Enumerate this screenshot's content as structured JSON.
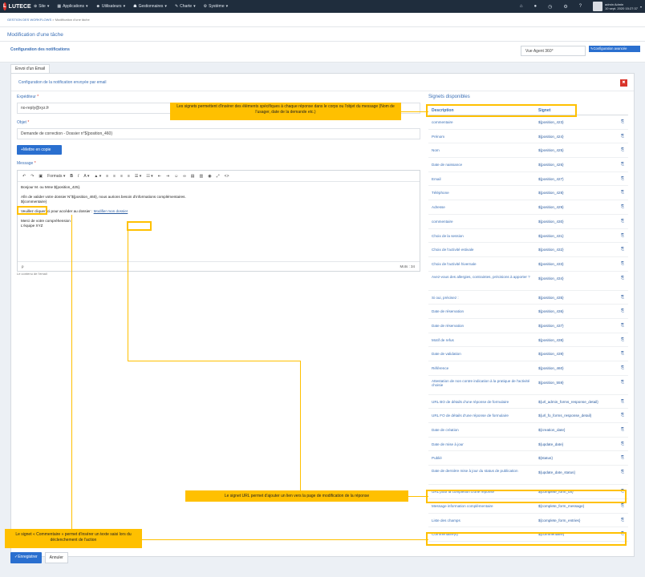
{
  "app": {
    "brand": "LUTECE",
    "menu": [
      "Site",
      "Applications",
      "Utilisateurs",
      "Gestionnaires",
      "Charte",
      "Système"
    ],
    "user_name": "admin Admin",
    "user_date": "10 sept. 2020 15:27:37"
  },
  "breadcrumb": {
    "part1": "GESTION DES WORKFLOWS",
    "sep": " > ",
    "part2": "Modification d'une tâche"
  },
  "page": {
    "title": "Modification d'une tâche",
    "config_title": "Configuration des notifications",
    "agent_select": "Vue Agent 360°",
    "advanced_button": "Configuration avancée",
    "tab": "Envoi d'un Email",
    "panel_title": "Configuration de la notification envoyée par email"
  },
  "form": {
    "sender_label": "Expéditeur",
    "sender_value": "no-reply@xyz.fr",
    "subject_label": "Objet",
    "subject_value": "Demande de correction - Dossier n°${position_460}",
    "cc_button": "+Mettre en copie",
    "message_label": "Message",
    "req": "*",
    "toolbar_formats": "Formats",
    "body": {
      "line1": "Bonjour M. ou Mme ${position_425}.",
      "line2": "Afin de valider votre dossier N°${position_460}, nous aurions besoin d'informations complémentaires.",
      "line3": "${commentaire}",
      "line4": "Veuillez cliquer ici pour accéder au dossier :",
      "link": "Modifier mon dossier",
      "line5": "Merci de votre compréhension",
      "line6": "L'équipe XYZ"
    },
    "status_p": "p",
    "status_mots": "Mots : 34",
    "help": "Le contenu de l'email"
  },
  "signets": {
    "title": "Signets disponibles",
    "col_desc": "Description",
    "col_sig": "Signet",
    "copy_icon": "copy-icon",
    "rows": [
      {
        "d": "commentaire",
        "s": "${position_423}"
      },
      {
        "d": "Prénom",
        "s": "${position_424}"
      },
      {
        "d": "Nom",
        "s": "${position_425}"
      },
      {
        "d": "Date de naissance",
        "s": "${position_426}"
      },
      {
        "d": "Email",
        "s": "${position_427}"
      },
      {
        "d": "Téléphone",
        "s": "${position_428}"
      },
      {
        "d": "Adresse",
        "s": "${position_429}"
      },
      {
        "d": "commentaire",
        "s": "${position_430}"
      },
      {
        "d": "Choix de la session",
        "s": "${position_431}"
      },
      {
        "d": "Choix de l'activité estivale",
        "s": "${position_432}"
      },
      {
        "d": "Choix de l'activité hivernale",
        "s": "${position_433}"
      },
      {
        "d": "Avez-vous des allergies, contraintes, précisions à apporter ?",
        "s": "${position_434}"
      },
      {
        "d": "Si oui, précisez :",
        "s": "${position_435}"
      },
      {
        "d": "Date de réservation",
        "s": "${position_436}"
      },
      {
        "d": "Date de réservation",
        "s": "${position_437}"
      },
      {
        "d": "Motif de refus",
        "s": "${position_438}"
      },
      {
        "d": "Date de validation",
        "s": "${position_439}"
      },
      {
        "d": "Référence",
        "s": "${position_460}"
      },
      {
        "d": "Attestation de non contre indication à la pratique de l'activité choisie",
        "s": "${position_559}"
      },
      {
        "d": "URL BO de détails d'une réponse de formulaire",
        "s": "${url_admin_forms_response_detail}"
      },
      {
        "d": "URL FO de détails d'une réponse de formulaire",
        "s": "${url_fo_forms_response_detail}"
      },
      {
        "d": "Date de création",
        "s": "${creation_date}"
      },
      {
        "d": "Date de mise à jour",
        "s": "${update_date}"
      },
      {
        "d": "Publié",
        "s": "${status}"
      },
      {
        "d": "Date de dernière mise à jour du status de publication",
        "s": "${update_date_status}"
      },
      {
        "d": "URL pour la complétion d'une réponse",
        "s": "${complete_form_url}"
      },
      {
        "d": "Message information complémentaire",
        "s": "${complete_form_message}"
      },
      {
        "d": "Liste des champs",
        "s": "${complete_form_entries}"
      },
      {
        "d": "Commentaire(s)",
        "s": "${commentaire}"
      }
    ]
  },
  "callouts": {
    "top": "Les signets permettent d'insérer des éléments spécifiques à chaque réponse dans le corps ou l'objet du message (Nom de l'usager, date de la demande etc.)",
    "url": "Le signet URL permet d'ajouter un lien vers la page de modification de la réponse",
    "comment": "Le signet « Commentaire » permet d'insérer un texte saisi lors du déclenchement de l'action"
  },
  "footer": {
    "save": "Enregistrer",
    "cancel": "Annuler"
  },
  "colors": {
    "accent": "#2a6fcf",
    "callout": "#ffc000",
    "danger": "#d9342b",
    "navbar": "#1f2d3d"
  }
}
